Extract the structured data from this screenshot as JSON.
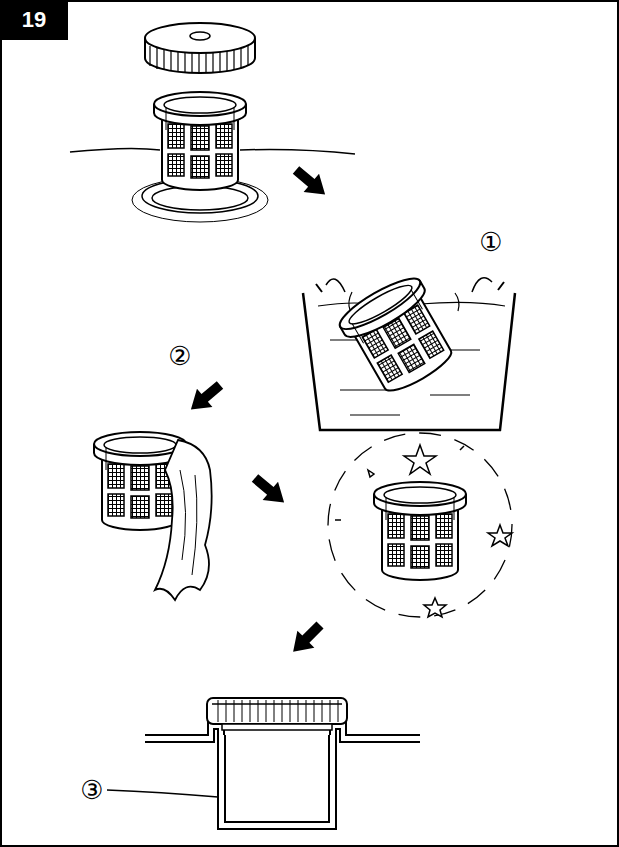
{
  "diagram": {
    "nodes": [
      {
        "text": [
          "19"
        ]
      }
    ],
    "labels": [
      "①",
      "②",
      "③"
    ]
  }
}
